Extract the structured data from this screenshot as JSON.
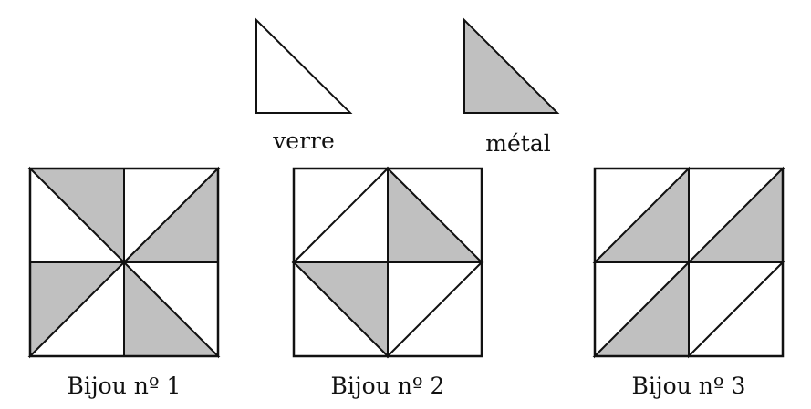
{
  "colors": {
    "glass_fill": "#ffffff",
    "metal_fill": "#c0c0c0",
    "stroke": "#111111"
  },
  "legend": {
    "glass_label": "verre",
    "metal_label": "métal"
  },
  "jewels": [
    {
      "caption": "Bijou nº 1",
      "triangles": [
        {
          "points": [
            [
              0,
              0
            ],
            [
              0.5,
              0
            ],
            [
              0.5,
              0.5
            ]
          ],
          "material": "metal"
        },
        {
          "points": [
            [
              0,
              0
            ],
            [
              0,
              0.5
            ],
            [
              0.5,
              0.5
            ]
          ],
          "material": "glass"
        },
        {
          "points": [
            [
              0.5,
              0
            ],
            [
              1,
              0
            ],
            [
              0.5,
              0.5
            ]
          ],
          "material": "glass"
        },
        {
          "points": [
            [
              1,
              0
            ],
            [
              1,
              0.5
            ],
            [
              0.5,
              0.5
            ]
          ],
          "material": "metal"
        },
        {
          "points": [
            [
              0,
              0.5
            ],
            [
              0.5,
              0.5
            ],
            [
              0,
              1
            ]
          ],
          "material": "metal"
        },
        {
          "points": [
            [
              0.5,
              0.5
            ],
            [
              0.5,
              1
            ],
            [
              0,
              1
            ]
          ],
          "material": "glass"
        },
        {
          "points": [
            [
              0.5,
              0.5
            ],
            [
              1,
              0.5
            ],
            [
              1,
              1
            ]
          ],
          "material": "glass"
        },
        {
          "points": [
            [
              0.5,
              0.5
            ],
            [
              0.5,
              1
            ],
            [
              1,
              1
            ]
          ],
          "material": "metal"
        }
      ]
    },
    {
      "caption": "Bijou nº 2",
      "triangles": [
        {
          "points": [
            [
              0,
              0
            ],
            [
              0.5,
              0
            ],
            [
              0,
              0.5
            ]
          ],
          "material": "glass"
        },
        {
          "points": [
            [
              0.5,
              0
            ],
            [
              0.5,
              0.5
            ],
            [
              0,
              0.5
            ]
          ],
          "material": "glass"
        },
        {
          "points": [
            [
              0.5,
              0
            ],
            [
              1,
              0
            ],
            [
              1,
              0.5
            ]
          ],
          "material": "glass"
        },
        {
          "points": [
            [
              0.5,
              0
            ],
            [
              0.5,
              0.5
            ],
            [
              1,
              0.5
            ]
          ],
          "material": "metal"
        },
        {
          "points": [
            [
              0,
              0.5
            ],
            [
              0.5,
              0.5
            ],
            [
              0.5,
              1
            ]
          ],
          "material": "metal"
        },
        {
          "points": [
            [
              0,
              0.5
            ],
            [
              0,
              1
            ],
            [
              0.5,
              1
            ]
          ],
          "material": "glass"
        },
        {
          "points": [
            [
              0.5,
              0.5
            ],
            [
              1,
              0.5
            ],
            [
              0.5,
              1
            ]
          ],
          "material": "glass"
        },
        {
          "points": [
            [
              1,
              0.5
            ],
            [
              1,
              1
            ],
            [
              0.5,
              1
            ]
          ],
          "material": "glass"
        }
      ]
    },
    {
      "caption": "Bijou nº 3",
      "triangles": [
        {
          "points": [
            [
              0,
              0
            ],
            [
              0.5,
              0
            ],
            [
              0,
              0.5
            ]
          ],
          "material": "glass"
        },
        {
          "points": [
            [
              0.5,
              0
            ],
            [
              0.5,
              0.5
            ],
            [
              0,
              0.5
            ]
          ],
          "material": "metal"
        },
        {
          "points": [
            [
              0.5,
              0
            ],
            [
              1,
              0
            ],
            [
              0.5,
              0.5
            ]
          ],
          "material": "glass"
        },
        {
          "points": [
            [
              1,
              0
            ],
            [
              1,
              0.5
            ],
            [
              0.5,
              0.5
            ]
          ],
          "material": "metal"
        },
        {
          "points": [
            [
              0,
              0.5
            ],
            [
              0.5,
              0.5
            ],
            [
              0,
              1
            ]
          ],
          "material": "glass"
        },
        {
          "points": [
            [
              0.5,
              0.5
            ],
            [
              0.5,
              1
            ],
            [
              0,
              1
            ]
          ],
          "material": "metal"
        },
        {
          "points": [
            [
              0.5,
              0.5
            ],
            [
              1,
              0.5
            ],
            [
              0.5,
              1
            ]
          ],
          "material": "glass"
        },
        {
          "points": [
            [
              1,
              0.5
            ],
            [
              1,
              1
            ],
            [
              0.5,
              1
            ]
          ],
          "material": "glass"
        }
      ]
    }
  ]
}
